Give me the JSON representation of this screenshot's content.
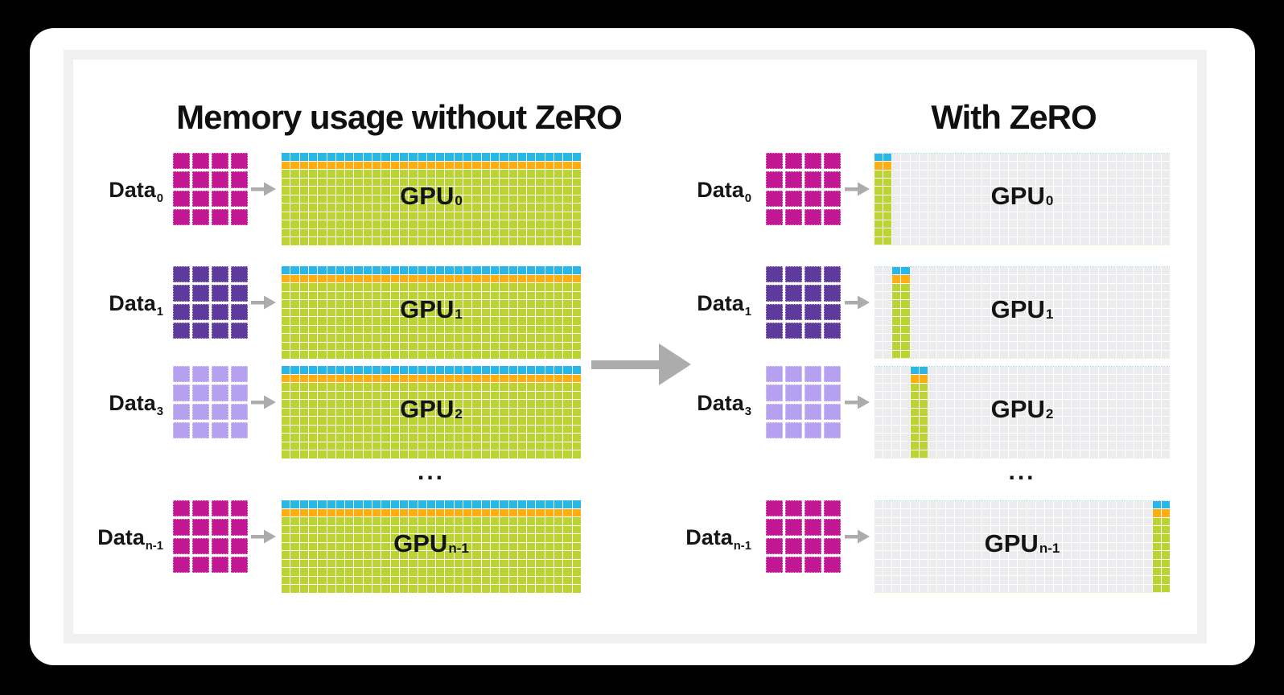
{
  "page": {
    "background": "#000000",
    "card_background": "#ffffff",
    "frame_border_color": "#f0f0f0"
  },
  "colors": {
    "blue": "#29B7E8",
    "orange": "#FFAE10",
    "green": "#BCD433",
    "gray_cell": "#ECECEE",
    "magenta": "#C11793",
    "purple": "#5E3A9C",
    "lavender": "#B5A1F0",
    "arrow_gray": "#ACACAC",
    "text": "#141414"
  },
  "icons": {
    "row_arrow": "arrow-right",
    "transform_arrow": "big-arrow-right"
  },
  "grid": {
    "bar_columns": 33,
    "bar_rows": 11,
    "blue_rows": 1,
    "orange_rows": 1,
    "shard_width_cols": 2,
    "block_rows": 4,
    "block_cols": 4
  },
  "ellipsis": {
    "text": "..."
  },
  "panels": {
    "left": {
      "title": "Memory usage without ZeRO",
      "rows": [
        {
          "data_label": "Data",
          "data_subscript": "0",
          "block_color": "magenta",
          "gpu_label": "GPU",
          "gpu_subscript": "0",
          "memory": "full"
        },
        {
          "data_label": "Data",
          "data_subscript": "1",
          "block_color": "purple",
          "gpu_label": "GPU",
          "gpu_subscript": "1",
          "memory": "full"
        },
        {
          "data_label": "Data",
          "data_subscript": "3",
          "block_color": "lavender",
          "gpu_label": "GPU",
          "gpu_subscript": "2",
          "memory": "full"
        },
        {
          "data_label": "Data",
          "data_subscript": "n-1",
          "block_color": "magenta",
          "gpu_label": "GPU",
          "gpu_subscript": "n-1",
          "memory": "full"
        }
      ]
    },
    "right": {
      "title": "With ZeRO",
      "rows": [
        {
          "data_label": "Data",
          "data_subscript": "0",
          "block_color": "magenta",
          "gpu_label": "GPU",
          "gpu_subscript": "0",
          "memory": "shard",
          "shard_start_col": 0
        },
        {
          "data_label": "Data",
          "data_subscript": "1",
          "block_color": "purple",
          "gpu_label": "GPU",
          "gpu_subscript": "1",
          "memory": "shard",
          "shard_start_col": 2
        },
        {
          "data_label": "Data",
          "data_subscript": "3",
          "block_color": "lavender",
          "gpu_label": "GPU",
          "gpu_subscript": "2",
          "memory": "shard",
          "shard_start_col": 4
        },
        {
          "data_label": "Data",
          "data_subscript": "n-1",
          "block_color": "magenta",
          "gpu_label": "GPU",
          "gpu_subscript": "n-1",
          "memory": "shard",
          "shard_start_col": 31
        }
      ]
    }
  }
}
